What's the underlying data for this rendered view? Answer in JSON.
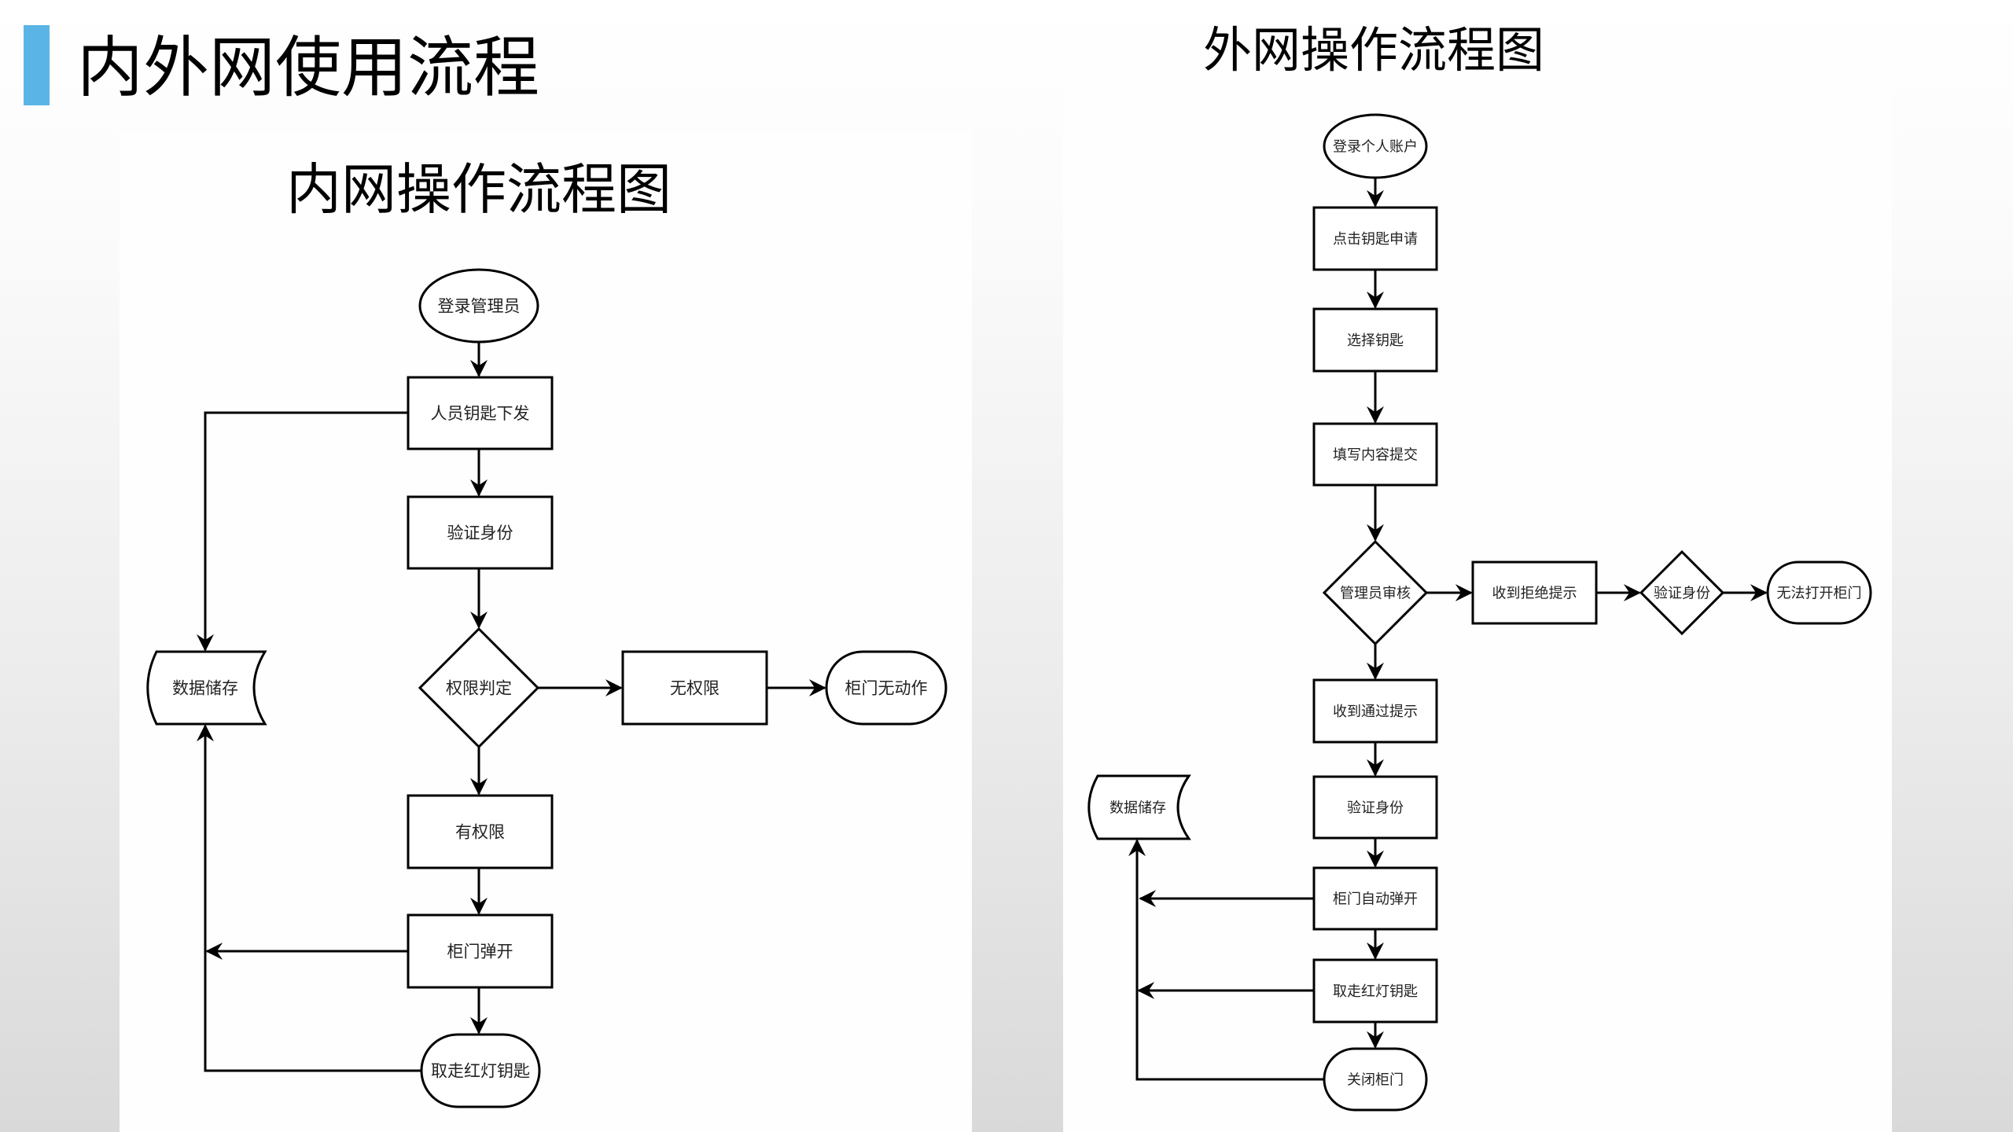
{
  "slide": {
    "title": "内外网使用流程",
    "accent_color": "#5ab4e5"
  },
  "intranet": {
    "title": "内网操作流程图",
    "nodes": {
      "login": {
        "label": "登录管理员",
        "shape": "ellipse"
      },
      "issue": {
        "label": "人员钥匙下发",
        "shape": "process"
      },
      "verify": {
        "label": "验证身份",
        "shape": "process"
      },
      "decide": {
        "label": "权限判定",
        "shape": "decision"
      },
      "no_perm": {
        "label": "无权限",
        "shape": "process"
      },
      "no_action": {
        "label": "柜门无动作",
        "shape": "terminator"
      },
      "storage": {
        "label": "数据储存",
        "shape": "stored-data"
      },
      "has_perm": {
        "label": "有权限",
        "shape": "process"
      },
      "door_open": {
        "label": "柜门弹开",
        "shape": "process"
      },
      "take_key": {
        "label": "取走红灯钥匙",
        "shape": "terminator"
      }
    },
    "edges": [
      [
        "login",
        "issue"
      ],
      [
        "issue",
        "verify"
      ],
      [
        "verify",
        "decide"
      ],
      [
        "decide",
        "no_perm"
      ],
      [
        "no_perm",
        "no_action"
      ],
      [
        "decide",
        "has_perm"
      ],
      [
        "has_perm",
        "door_open"
      ],
      [
        "door_open",
        "take_key"
      ],
      [
        "issue",
        "storage"
      ],
      [
        "door_open",
        "storage"
      ],
      [
        "take_key",
        "storage"
      ]
    ]
  },
  "extranet": {
    "title": "外网操作流程图",
    "nodes": {
      "login": {
        "label": "登录个人账户",
        "shape": "ellipse"
      },
      "apply": {
        "label": "点击钥匙申请",
        "shape": "process"
      },
      "select": {
        "label": "选择钥匙",
        "shape": "process"
      },
      "submit": {
        "label": "填写内容提交",
        "shape": "process"
      },
      "review": {
        "label": "管理员审核",
        "shape": "decision"
      },
      "reject": {
        "label": "收到拒绝提示",
        "shape": "process"
      },
      "verify_r": {
        "label": "验证身份",
        "shape": "decision"
      },
      "cannot_open": {
        "label": "无法打开柜门",
        "shape": "terminator"
      },
      "approve": {
        "label": "收到通过提示",
        "shape": "process"
      },
      "verify": {
        "label": "验证身份",
        "shape": "process"
      },
      "auto_open": {
        "label": "柜门自动弹开",
        "shape": "process"
      },
      "take_key": {
        "label": "取走红灯钥匙",
        "shape": "process"
      },
      "close_door": {
        "label": "关闭柜门",
        "shape": "terminator"
      },
      "storage": {
        "label": "数据储存",
        "shape": "stored-data"
      }
    },
    "edges": [
      [
        "login",
        "apply"
      ],
      [
        "apply",
        "select"
      ],
      [
        "select",
        "submit"
      ],
      [
        "submit",
        "review"
      ],
      [
        "review",
        "reject"
      ],
      [
        "reject",
        "verify_r"
      ],
      [
        "verify_r",
        "cannot_open"
      ],
      [
        "review",
        "approve"
      ],
      [
        "approve",
        "verify"
      ],
      [
        "verify",
        "auto_open"
      ],
      [
        "auto_open",
        "take_key"
      ],
      [
        "take_key",
        "close_door"
      ],
      [
        "auto_open",
        "storage"
      ],
      [
        "take_key",
        "storage"
      ],
      [
        "close_door",
        "storage"
      ]
    ]
  }
}
